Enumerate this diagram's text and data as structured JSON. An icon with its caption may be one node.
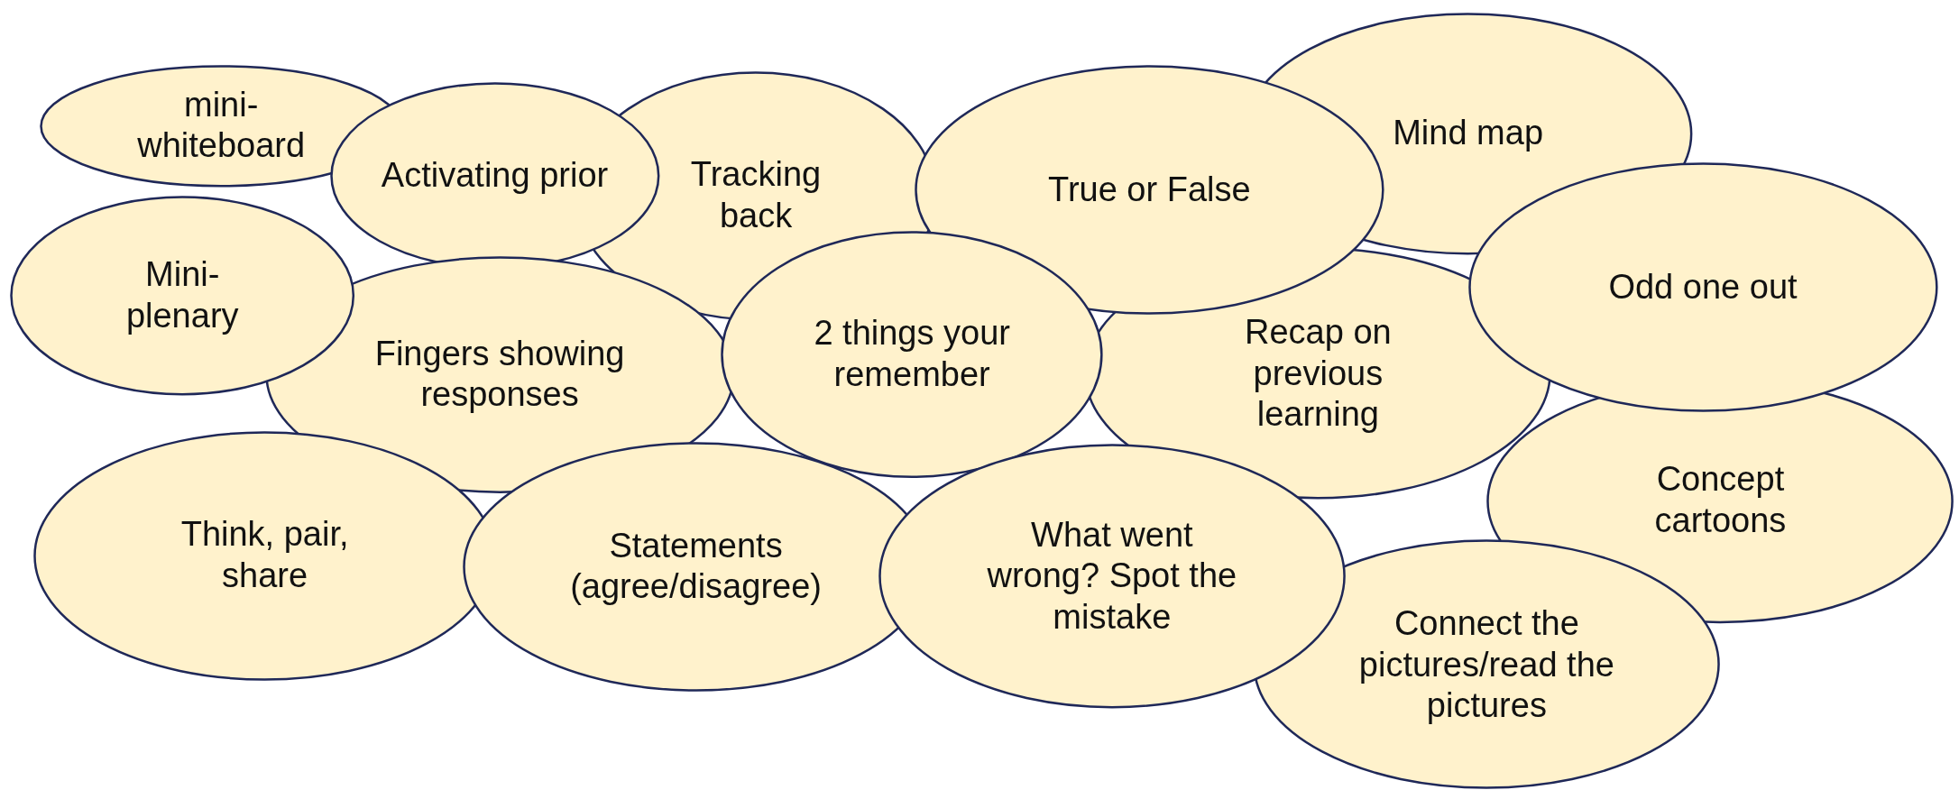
{
  "diagram": {
    "nodes": [
      {
        "text": [
          "mini-whiteboard"
        ]
      },
      {
        "text": [
          "Activating prior"
        ]
      },
      {
        "text": [
          "Tracking back"
        ]
      },
      {
        "text": [
          "True or False"
        ]
      },
      {
        "text": [
          "Mind map"
        ]
      },
      {
        "text": [
          "Mini-plenary"
        ]
      },
      {
        "text": [
          "Fingers showing responses"
        ]
      },
      {
        "text": [
          "2 things your remember"
        ]
      },
      {
        "text": [
          "Recap on previous learning"
        ]
      },
      {
        "text": [
          "Odd one out"
        ]
      },
      {
        "text": [
          "Concept cartoons"
        ]
      },
      {
        "text": [
          "Think, pair, share"
        ]
      },
      {
        "text": [
          "Statements (agree/disagree)"
        ]
      },
      {
        "text": [
          "What went wrong? Spot the mistake"
        ]
      },
      {
        "text": [
          "Connect the pictures/read the pictures"
        ]
      }
    ],
    "edges": []
  }
}
